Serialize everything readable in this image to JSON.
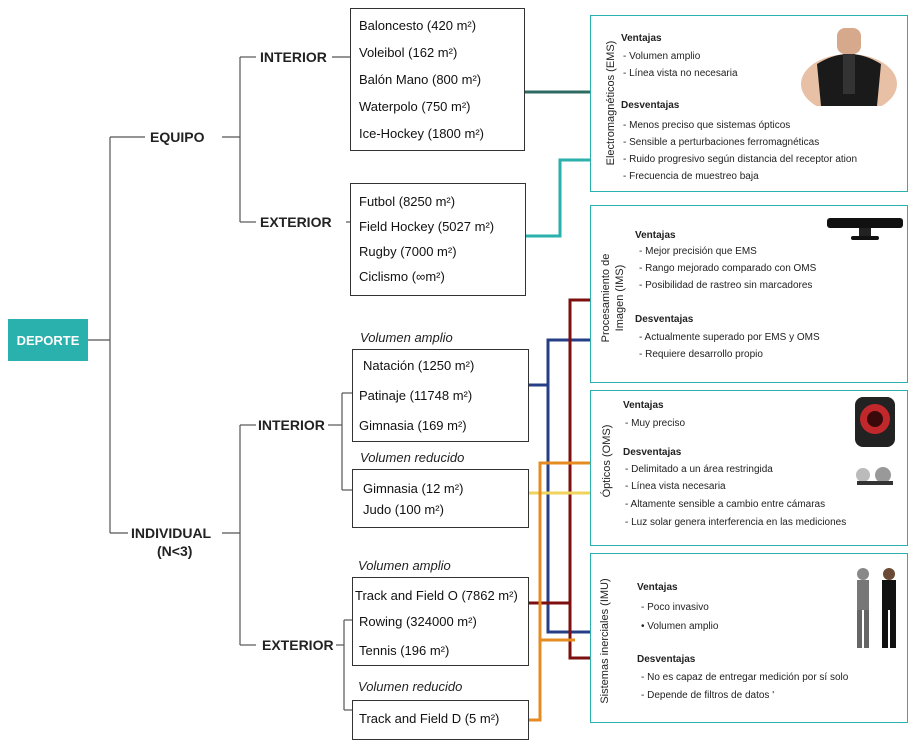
{
  "root": {
    "label": "DEPORTE"
  },
  "categories": {
    "equipo": {
      "label": "EQUIPO"
    },
    "individual": {
      "label_line1": "INDIVIDUAL",
      "label_line2": "(N<3)"
    }
  },
  "equipo_interior": {
    "label": "INTERIOR",
    "sports": [
      "Baloncesto (420 m²)",
      "Voleibol  (162 m²)",
      "Balón Mano (800 m²)",
      "Waterpolo (750 m²)",
      "Ice-Hockey (1800 m²)"
    ]
  },
  "equipo_exterior": {
    "label": "EXTERIOR",
    "sports": [
      "Futbol (8250 m²)",
      "Field Hockey (5027 m²)",
      "Rugby (7000 m²)",
      "Ciclismo (∞m²)"
    ]
  },
  "individual_interior": {
    "label": "INTERIOR",
    "amplio": {
      "label": "Volumen amplio",
      "sports": [
        "Natación  (1250 m²)",
        "Patinaje  (11748 m²)",
        "Gimnasia (169 m²)"
      ]
    },
    "reducido": {
      "label": "Volumen reducido",
      "sports": [
        "Gimnasia (12 m²)",
        "Judo (100 m²)"
      ]
    }
  },
  "individual_exterior": {
    "label": "EXTERIOR",
    "amplio": {
      "label": "Volumen amplio",
      "sports": [
        "Track and Field O (7862 m²)",
        "Rowing (324000 m²)",
        "Tennis (196 m²)"
      ]
    },
    "reducido": {
      "label": "Volumen reducido",
      "sports": [
        "Track and Field D (5 m²)"
      ]
    }
  },
  "technologies": {
    "ems": {
      "title": "Electromagnéticos (EMS)",
      "ventajas_label": "Ventajas",
      "ventajas": [
        "- Volumen amplio",
        "- Línea vista no necesaria"
      ],
      "desventajas_label": "Desventajas",
      "desventajas": [
        "- Menos preciso que sistemas ópticos",
        "- Sensible a perturbaciones ferromagnéticas",
        "- Ruido progresivo según distancia del receptor ation",
        "- Frecuencia de muestreo baja"
      ]
    },
    "ims": {
      "title_line1": "Procesamiento de",
      "title_line2": "Imagen (IMS)",
      "ventajas_label": "Ventajas",
      "ventajas": [
        "- Mejor precisión que EMS",
        "- Rango mejorado comparado con OMS",
        "- Posibilidad de rastreo sin marcadores"
      ],
      "desventajas_label": "Desventajas",
      "desventajas": [
        "- Actualmente superado por EMS y OMS",
        "- Requiere desarrollo propio"
      ]
    },
    "oms": {
      "title": "Ópticos (OMS)",
      "ventajas_label": "Ventajas",
      "ventajas": [
        "- Muy preciso"
      ],
      "desventajas_label": "Desventajas",
      "desventajas": [
        "- Delimitado a un área restringida",
        "- Línea vista necesaria",
        "- Altamente sensible a cambio entre cámaras",
        "- Luz solar genera interferencia en las mediciones"
      ]
    },
    "imu": {
      "title": "Sistemas inerciales (IMU)",
      "ventajas_label": "Ventajas",
      "ventajas": [
        "- Poco invasivo",
        "• Volumen amplio"
      ],
      "desventajas_label": "Desventajas",
      "desventajas": [
        "- No es capaz de entregar medición por sí solo",
        "- Depende de filtros de datos '"
      ]
    }
  },
  "colors": {
    "teal": "#2ab0ad",
    "dark_teal": "#2e6a62",
    "navy": "#253e85",
    "dark_red": "#7d0f0f",
    "yellow": "#efd35a",
    "orange": "#e48c22"
  },
  "icons": [
    "ems-harness-photo-icon",
    "kinect-camera-icon",
    "optical-camera-icon",
    "marker-balls-icon",
    "mocap-suit-photo-icon"
  ]
}
